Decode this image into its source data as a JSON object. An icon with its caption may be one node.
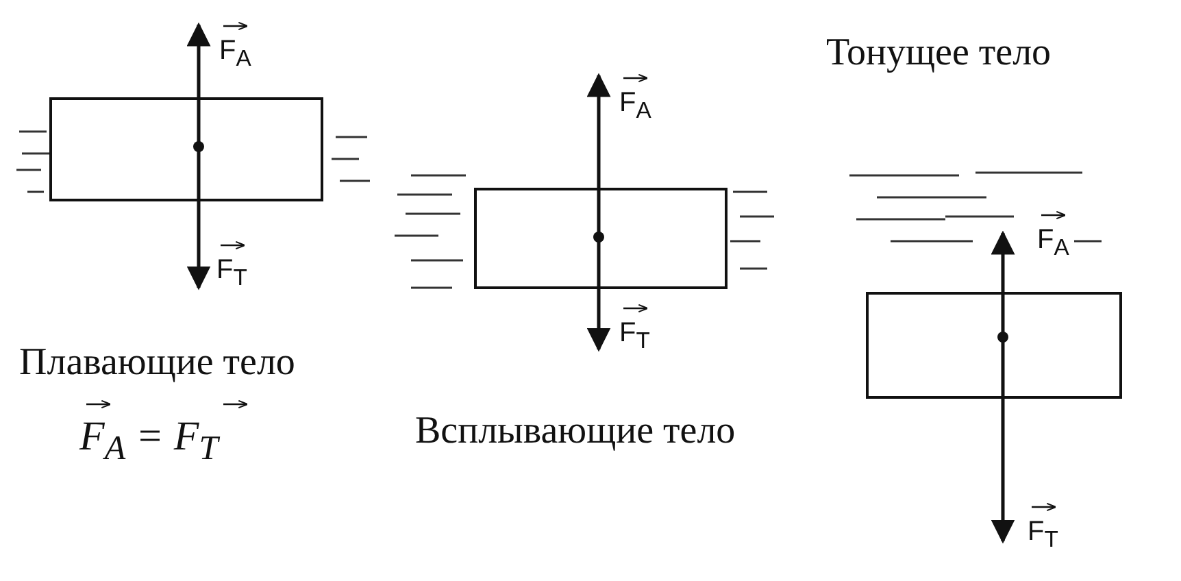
{
  "diagram": {
    "labels": [
      "F$_{A}$",
      "F$_{T}$",
      "Плавающие тело",
      "F$_{A}$ = F$_{T}$",
      "F$_{A}$",
      "F$_{T}$",
      "Всплывающие тело",
      "Тонущее тело",
      "F$_{A}$",
      "F$_{T}$"
    ]
  }
}
